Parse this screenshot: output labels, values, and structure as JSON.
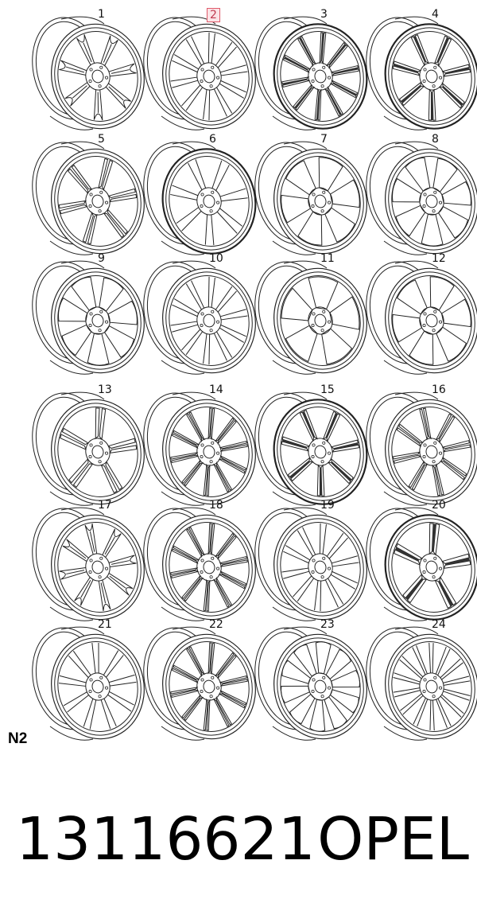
{
  "wheels": [
    {
      "label": "1",
      "spokes": 7,
      "style": "split",
      "shade": false,
      "highlight": false
    },
    {
      "label": "2",
      "spokes": 10,
      "style": "thin",
      "shade": false,
      "highlight": true
    },
    {
      "label": "3",
      "spokes": 10,
      "style": "dual",
      "shade": true,
      "highlight": false
    },
    {
      "label": "4",
      "spokes": 7,
      "style": "dual",
      "shade": true,
      "highlight": false
    },
    {
      "label": "5",
      "spokes": 6,
      "style": "dual",
      "shade": false,
      "highlight": false
    },
    {
      "label": "6",
      "spokes": 7,
      "style": "thin",
      "shade": true,
      "highlight": false
    },
    {
      "label": "7",
      "spokes": 6,
      "style": "fan",
      "shade": false,
      "highlight": false
    },
    {
      "label": "8",
      "spokes": 7,
      "style": "fan",
      "shade": false,
      "highlight": false
    },
    {
      "label": "9",
      "spokes": 7,
      "style": "fan",
      "shade": false,
      "highlight": false
    },
    {
      "label": "10",
      "spokes": 10,
      "style": "thin",
      "shade": false,
      "highlight": false
    },
    {
      "label": "11",
      "spokes": 5,
      "style": "fan",
      "shade": false,
      "highlight": false
    },
    {
      "label": "12",
      "spokes": 6,
      "style": "fan",
      "shade": false,
      "highlight": false
    },
    {
      "label": "13",
      "spokes": 5,
      "style": "dual",
      "shade": false,
      "highlight": false
    },
    {
      "label": "14",
      "spokes": 10,
      "style": "dual",
      "shade": false,
      "highlight": false
    },
    {
      "label": "15",
      "spokes": 7,
      "style": "dual",
      "shade": true,
      "highlight": false
    },
    {
      "label": "16",
      "spokes": 8,
      "style": "dual",
      "shade": false,
      "highlight": false
    },
    {
      "label": "17",
      "spokes": 8,
      "style": "split",
      "shade": false,
      "highlight": false
    },
    {
      "label": "18",
      "spokes": 10,
      "style": "dual",
      "shade": false,
      "highlight": false
    },
    {
      "label": "19",
      "spokes": 10,
      "style": "thin",
      "shade": false,
      "highlight": false
    },
    {
      "label": "20",
      "spokes": 5,
      "style": "dual",
      "shade": true,
      "highlight": false
    },
    {
      "label": "21",
      "spokes": 9,
      "style": "thin",
      "shade": false,
      "highlight": false
    },
    {
      "label": "22",
      "spokes": 10,
      "style": "dual",
      "shade": false,
      "highlight": false
    },
    {
      "label": "23",
      "spokes": 10,
      "style": "fan",
      "shade": false,
      "highlight": false
    },
    {
      "label": "24",
      "spokes": 14,
      "style": "thin",
      "shade": false,
      "highlight": false
    }
  ],
  "footnote": "N2",
  "footer": {
    "part_number": "13116621",
    "brand": "OPEL"
  },
  "colors": {
    "stroke": "#222222",
    "shade": "#333333",
    "highlight_border": "#e05a6a",
    "highlight_fill": "#fbe3e6"
  }
}
